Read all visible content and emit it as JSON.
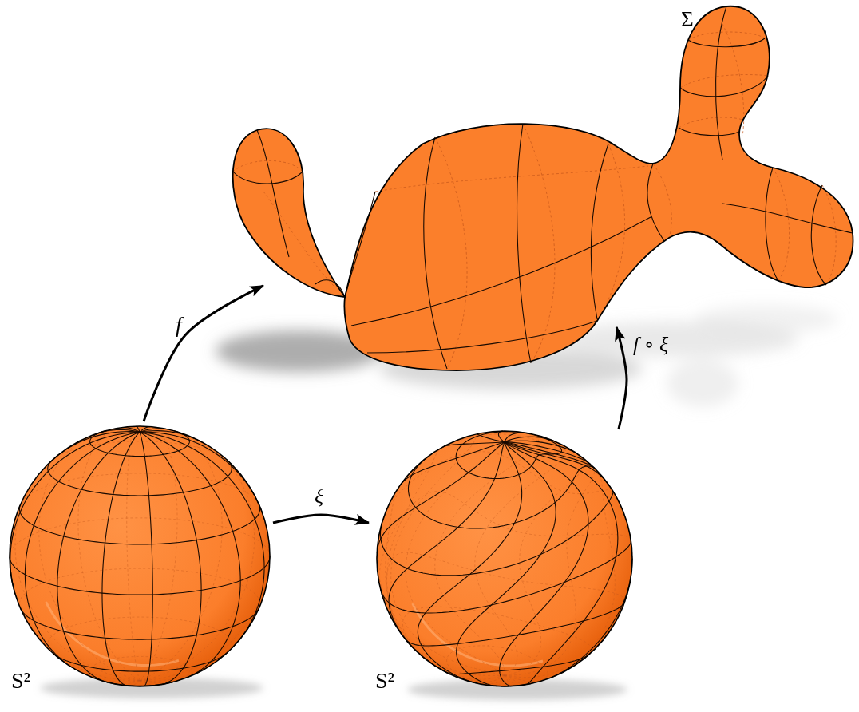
{
  "diagram": {
    "nodes": [
      {
        "text": [
          "Σ"
        ]
      },
      {
        "text": [
          "S²"
        ]
      },
      {
        "text": [
          "S²"
        ]
      }
    ],
    "edges": [
      {
        "from": 1,
        "to": 0,
        "arrow": "to",
        "label": "f"
      },
      {
        "from": 1,
        "to": 2,
        "arrow": "to",
        "label": "ξ"
      },
      {
        "from": 2,
        "to": 0,
        "arrow": "to",
        "label": "f ∘ ξ"
      }
    ]
  }
}
